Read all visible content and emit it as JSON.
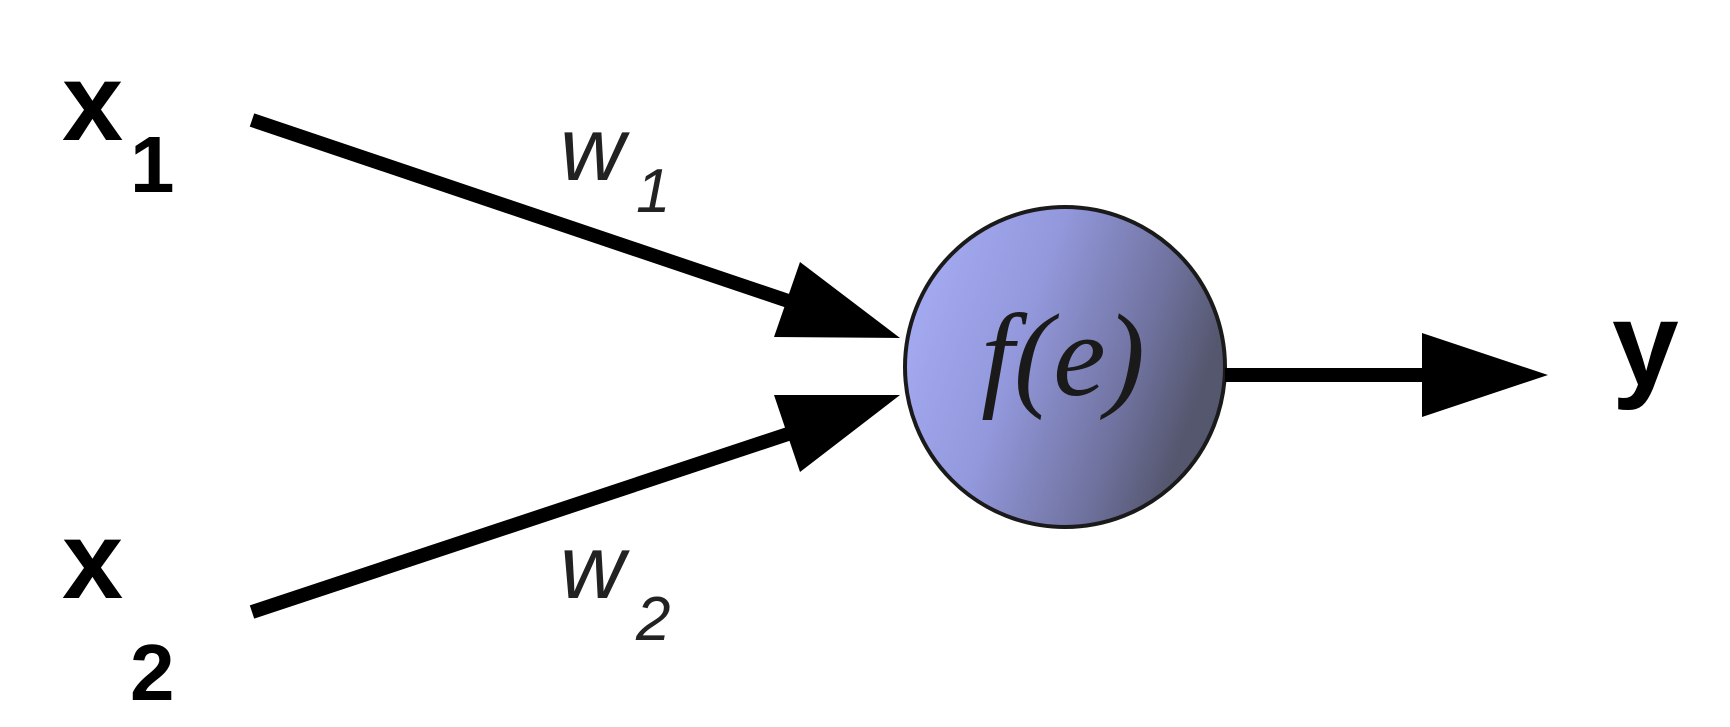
{
  "diagram": {
    "inputs": [
      {
        "name": "x",
        "subscript": "1",
        "weight": "w",
        "weight_subscript": "1"
      },
      {
        "name": "x",
        "subscript": "2",
        "weight": "w",
        "weight_subscript": "2"
      }
    ],
    "neuron": {
      "label": "f(e)",
      "fill_light": "#a9aef5",
      "fill_mid": "#8a8fd4",
      "fill_dark": "#5a5c80"
    },
    "output": {
      "label": "y"
    }
  }
}
